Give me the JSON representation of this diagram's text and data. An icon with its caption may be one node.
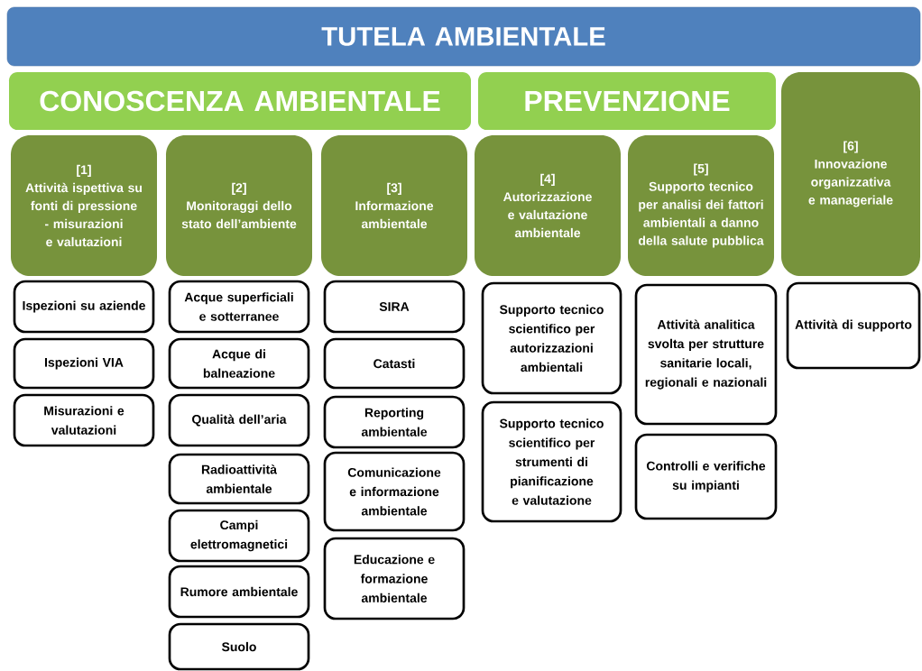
{
  "diagram": {
    "nodes": [
      {
        "text": [
          "TUTELA AMBIENTALE"
        ]
      },
      {
        "text": [
          "CONOSCENZA AMBIENTALE"
        ]
      },
      {
        "text": [
          "PREVENZIONE"
        ]
      },
      {
        "text": [
          "[1]",
          "Attività ispettiva su fonti di pressione - misurazioni e valutazioni"
        ]
      },
      {
        "text": [
          "[2]",
          "Monitoraggi dello stato dell’ambiente"
        ]
      },
      {
        "text": [
          "[3]",
          "Informazione ambientale"
        ]
      },
      {
        "text": [
          "[4]",
          "Autorizzazione e valutazione ambientale"
        ]
      },
      {
        "text": [
          "[5]",
          "Supporto tecnico per analisi dei fattori ambientali a danno della salute pubblica"
        ]
      },
      {
        "text": [
          "[6]",
          "Innovazione organizzativa e manageriale"
        ]
      },
      {
        "text": [
          "Ispezioni su aziende"
        ]
      },
      {
        "text": [
          "Ispezioni VIA"
        ]
      },
      {
        "text": [
          "Misurazioni e valutazioni"
        ]
      },
      {
        "text": [
          "Acque superficiali e sotterranee"
        ]
      },
      {
        "text": [
          "Acque di balneazione"
        ]
      },
      {
        "text": [
          "Qualità dell’aria"
        ]
      },
      {
        "text": [
          "Radioattività ambientale"
        ]
      },
      {
        "text": [
          "Campi elettromagnetici"
        ]
      },
      {
        "text": [
          "Rumore ambientale"
        ]
      },
      {
        "text": [
          "Suolo"
        ]
      },
      {
        "text": [
          "SIRA"
        ]
      },
      {
        "text": [
          "Catasti"
        ]
      },
      {
        "text": [
          "Reporting ambientale"
        ]
      },
      {
        "text": [
          "Comunicazione e informazione ambientale"
        ]
      },
      {
        "text": [
          "Educazione e formazione ambientale"
        ]
      },
      {
        "text": [
          "Supporto tecnico scientifico per autorizzazioni ambientali"
        ]
      },
      {
        "text": [
          "Supporto tecnico scientifico per strumenti di pianificazione e valutazione"
        ]
      },
      {
        "text": [
          "Attività analitica svolta per strutture sanitarie locali, regionali e nazionali"
        ]
      },
      {
        "text": [
          "Controlli e verifiche su impianti"
        ]
      },
      {
        "text": [
          "Attività di supporto"
        ]
      }
    ]
  }
}
